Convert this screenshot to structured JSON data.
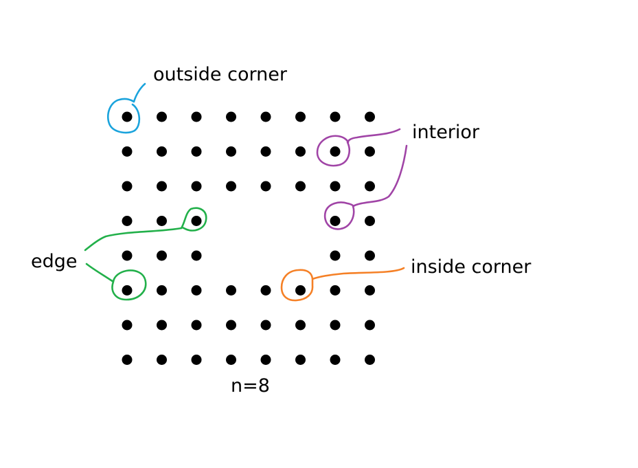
{
  "grid": {
    "n": 8,
    "missing_cells": [
      [
        3,
        3
      ],
      [
        3,
        4
      ],
      [
        3,
        5
      ],
      [
        4,
        3
      ],
      [
        4,
        4
      ],
      [
        4,
        5
      ]
    ]
  },
  "labels": {
    "outside_corner": "outside corner",
    "interior": "interior",
    "edge": "edge",
    "inside_corner": "inside corner",
    "n_label": "n=8"
  },
  "colors": {
    "dot": "#000000",
    "outside_corner": "#1aa3dc",
    "interior": "#a044a6",
    "edge": "#22b04a",
    "inside_corner": "#f58026"
  }
}
